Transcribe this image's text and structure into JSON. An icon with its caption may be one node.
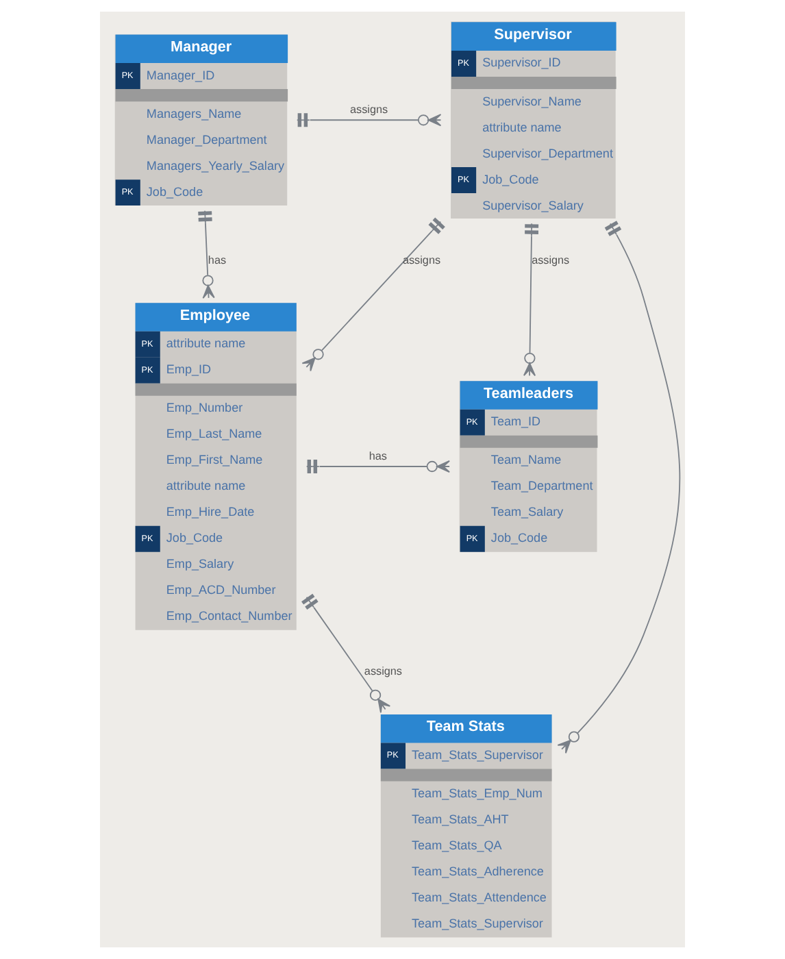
{
  "diagram": {
    "nodes": [
      {
        "text": [
          "Manager",
          "PK",
          "Manager_ID",
          "Managers_Name",
          "Manager_Department",
          "Managers_Yearly_Salary",
          "PK",
          "Job_Code"
        ]
      },
      {
        "text": [
          "Supervisor",
          "PK",
          "Supervisor_ID",
          "Supervisor_Name",
          "attribute name",
          "Supervisor_Department",
          "PK",
          "Job_Code",
          "Supervisor_Salary"
        ]
      },
      {
        "text": [
          "Employee",
          "PK",
          "attribute name",
          "PK",
          "Emp_ID",
          "Emp_Number",
          "Emp_Last_Name",
          "Emp_First_Name",
          "attribute name",
          "Emp_Hire_Date",
          "PK",
          "Job_Code",
          "Emp_Salary",
          "Emp_ACD_Number",
          "Emp_Contact_Number"
        ]
      },
      {
        "text": [
          "Teamleaders",
          "PK",
          "Team_ID",
          "Team_Name",
          "Team_Department",
          "Team_Salary",
          "PK",
          "Job_Code"
        ]
      },
      {
        "text": [
          "Team Stats",
          "PK",
          "Team_Stats_Supervisor",
          "Team_Stats_Emp_Num",
          "Team_Stats_AHT",
          "Team_Stats_QA",
          "Team_Stats_Adherence",
          "Team_Stats_Attendence",
          "Team_Stats_Supervisor"
        ]
      }
    ],
    "edges": [
      {
        "from": 0,
        "to": 1,
        "arrow": "other",
        "label": "assigns"
      },
      {
        "from": 1,
        "to": 2,
        "arrow": "other",
        "label": "assigns"
      },
      {
        "from": 0,
        "to": 2,
        "arrow": "other",
        "label": "has"
      },
      {
        "from": 2,
        "to": 3,
        "arrow": "other",
        "label": "has"
      },
      {
        "from": 1,
        "to": 3,
        "arrow": "other",
        "label": "assigns"
      },
      {
        "from": 2,
        "to": 4,
        "arrow": "other",
        "label": "assigns"
      },
      {
        "from": 1,
        "to": 4,
        "arrow": "other"
      }
    ]
  }
}
